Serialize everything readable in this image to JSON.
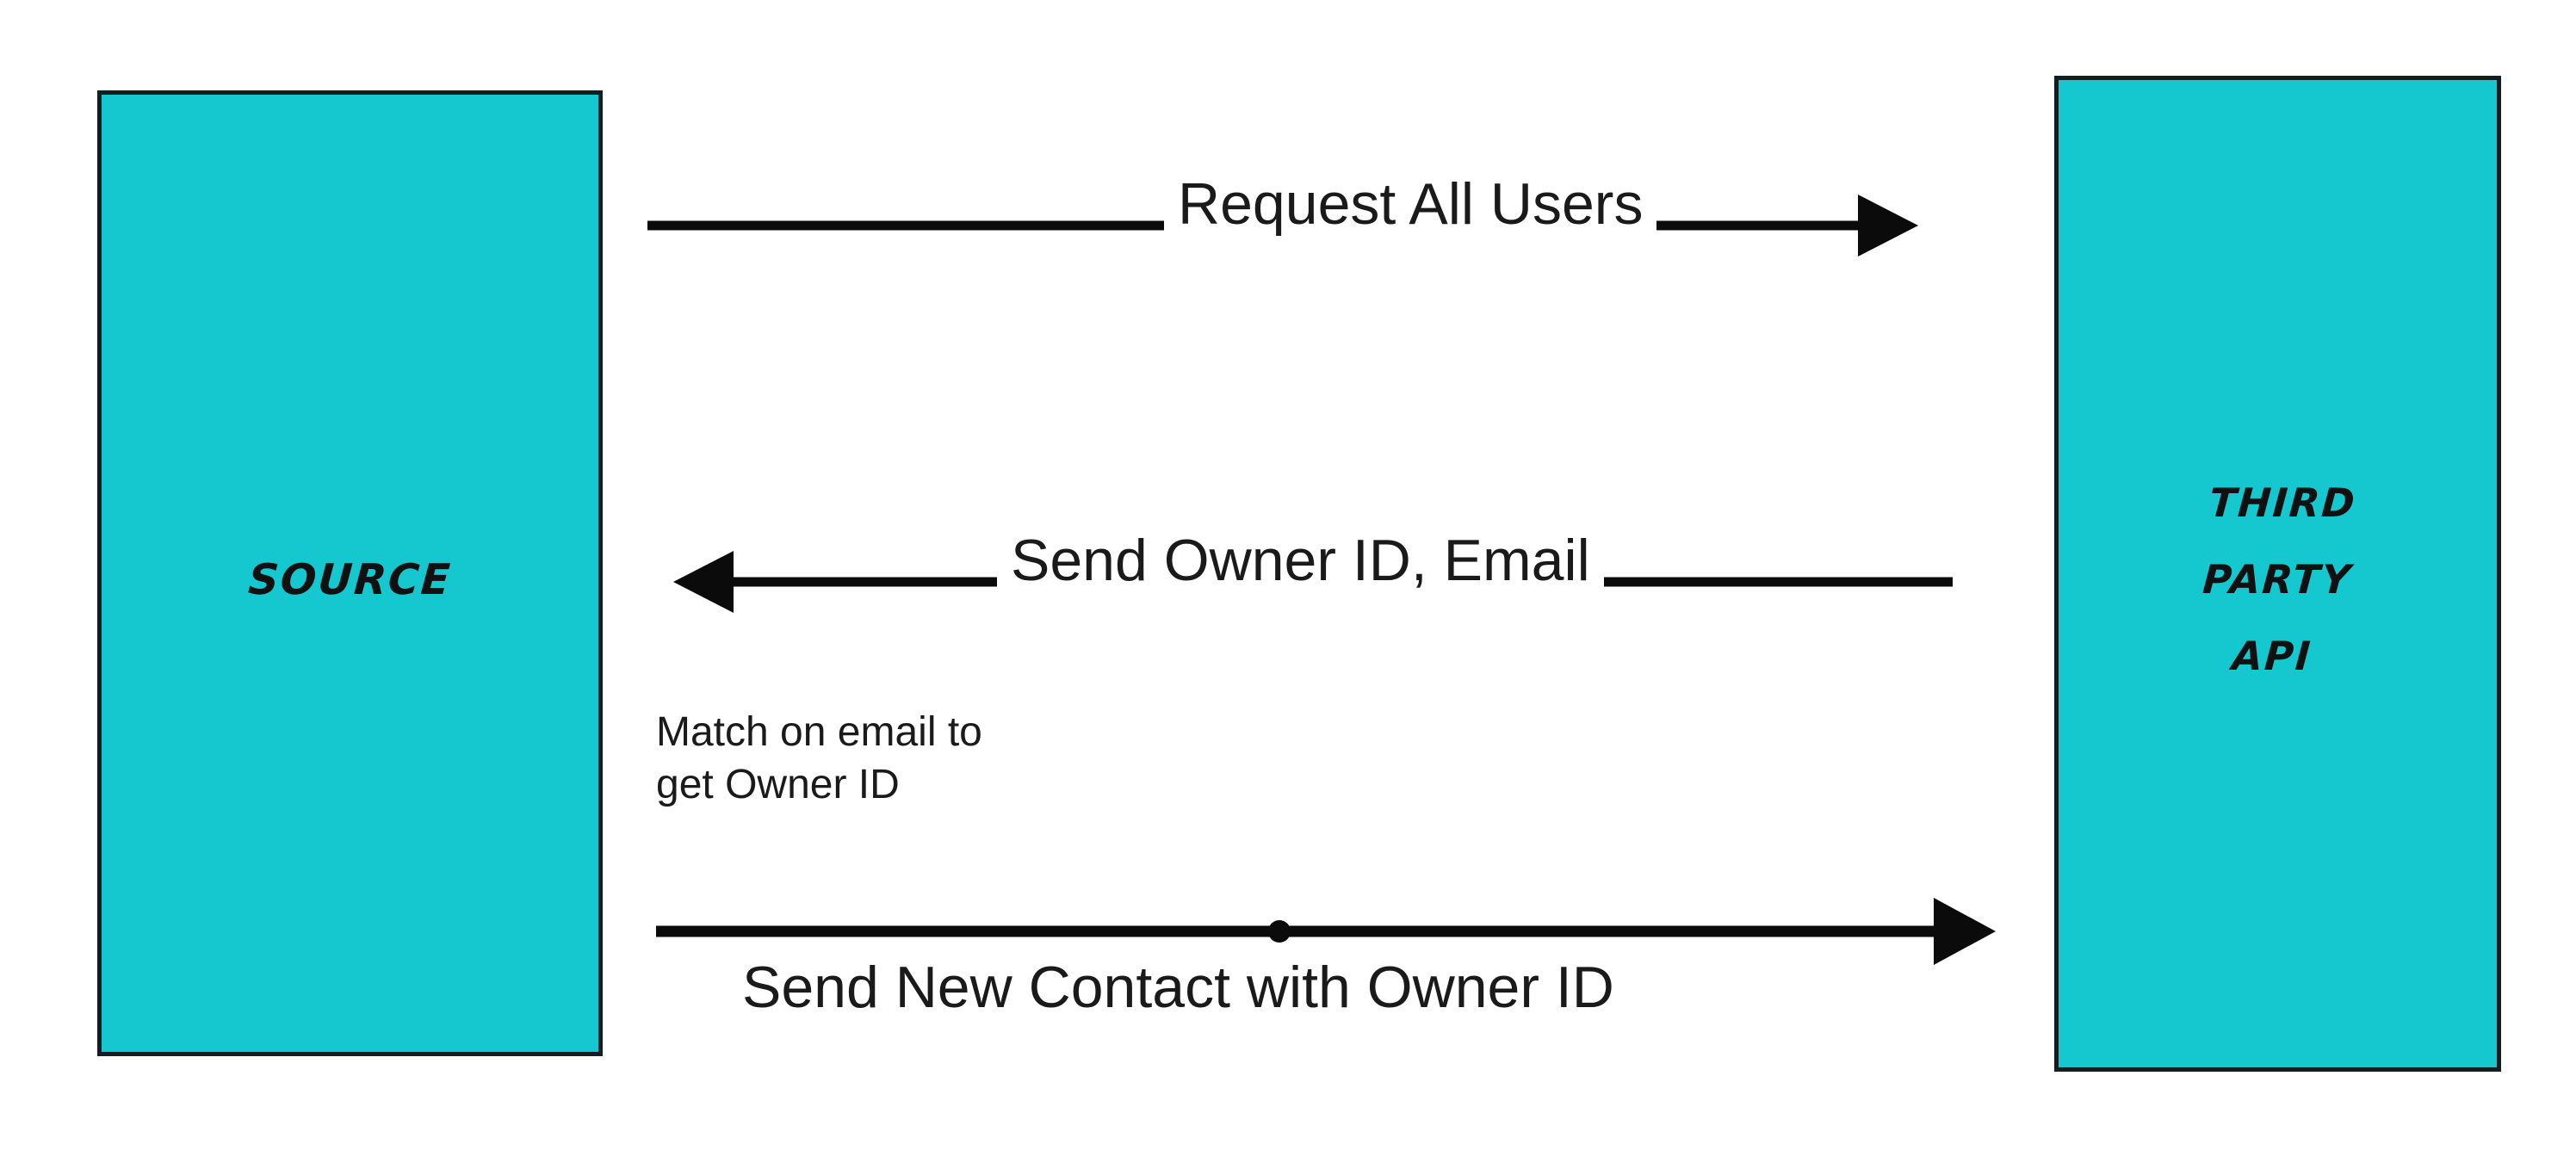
{
  "diagram": {
    "type": "sequence-diagram",
    "background_color": "#FFFFFF",
    "accent_color": "#15C8D0",
    "stroke_color": "#121E21",
    "text_color": "#1A1A1A",
    "entities": [
      {
        "id": "source",
        "label": "Source",
        "position": "left"
      },
      {
        "id": "third-party-api",
        "label": "Third\nParty\nAPI",
        "position": "right"
      }
    ],
    "messages": [
      {
        "id": "request-all-users",
        "label": "Request All Users",
        "direction": "right",
        "from": "source",
        "to": "third-party-api"
      },
      {
        "id": "send-owner-id-email",
        "label": "Send Owner ID, Email",
        "direction": "left",
        "from": "third-party-api",
        "to": "source"
      },
      {
        "id": "send-new-contact",
        "label": "Send New Contact with Owner ID",
        "direction": "right",
        "from": "source",
        "to": "third-party-api",
        "marker": "dot"
      }
    ],
    "notes": [
      {
        "id": "match-on-email",
        "text": "Match on email to\nget Owner ID"
      }
    ]
  }
}
